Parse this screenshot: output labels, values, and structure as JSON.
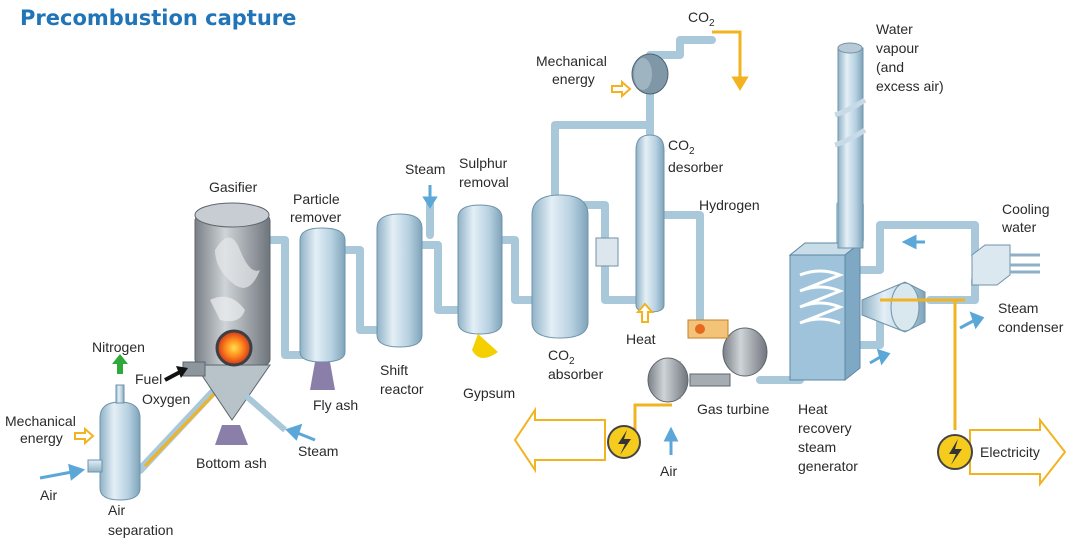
{
  "title": "Precombustion  capture",
  "labels": {
    "nitrogen": "Nitrogen",
    "mechanical_energy_1": "Mechanical",
    "mechanical_energy_2": "energy",
    "air_left": "Air",
    "air_separation_1": "Air",
    "air_separation_2": "separation",
    "fuel": "Fuel",
    "oxygen": "Oxygen",
    "gasifier": "Gasifier",
    "bottom_ash": "Bottom ash",
    "steam_bottom": "Steam",
    "particle_remover_1": "Particle",
    "particle_remover_2": "remover",
    "fly_ash": "Fly ash",
    "steam_top": "Steam",
    "shift_reactor_1": "Shift",
    "shift_reactor_2": "reactor",
    "sulphur_removal_1": "Sulphur",
    "sulphur_removal_2": "removal",
    "gypsum": "Gypsum",
    "co2_absorber_main": "CO",
    "co2_absorber_sub": "2",
    "co2_absorber_word": "absorber",
    "co2_top_main": "CO",
    "co2_top_sub": "2",
    "mech_energy_top_1": "Mechanical",
    "mech_energy_top_2": "energy",
    "co2_desorber_main": "CO",
    "co2_desorber_sub": "2",
    "co2_desorber_word": "desorber",
    "hydrogen": "Hydrogen",
    "heat": "Heat",
    "gas_turbine": "Gas turbine",
    "air_bottom": "Air",
    "hrsg_1": "Heat",
    "hrsg_2": "recovery",
    "hrsg_3": "steam",
    "hrsg_4": "generator",
    "water_vapour_1": "Water",
    "water_vapour_2": "vapour",
    "water_vapour_3": "(and",
    "water_vapour_4": "excess air)",
    "cooling_water_1": "Cooling",
    "cooling_water_2": "water",
    "steam_condenser_1": "Steam",
    "steam_condenser_2": "condenser",
    "electricity": "Electricity"
  },
  "colors": {
    "title": "#1f75b8",
    "pipe": "#a9c8da",
    "vessel": "#bcd6e6",
    "flow_blue": "#5aa7d8",
    "flow_yellow": "#f1b320",
    "nitrogen_arrow": "#2eaa3a",
    "gypsum": "#f5d000",
    "ash": "#8a7fa8"
  },
  "icons": [
    "lightning-bolt-icon",
    "arrow-icon"
  ]
}
